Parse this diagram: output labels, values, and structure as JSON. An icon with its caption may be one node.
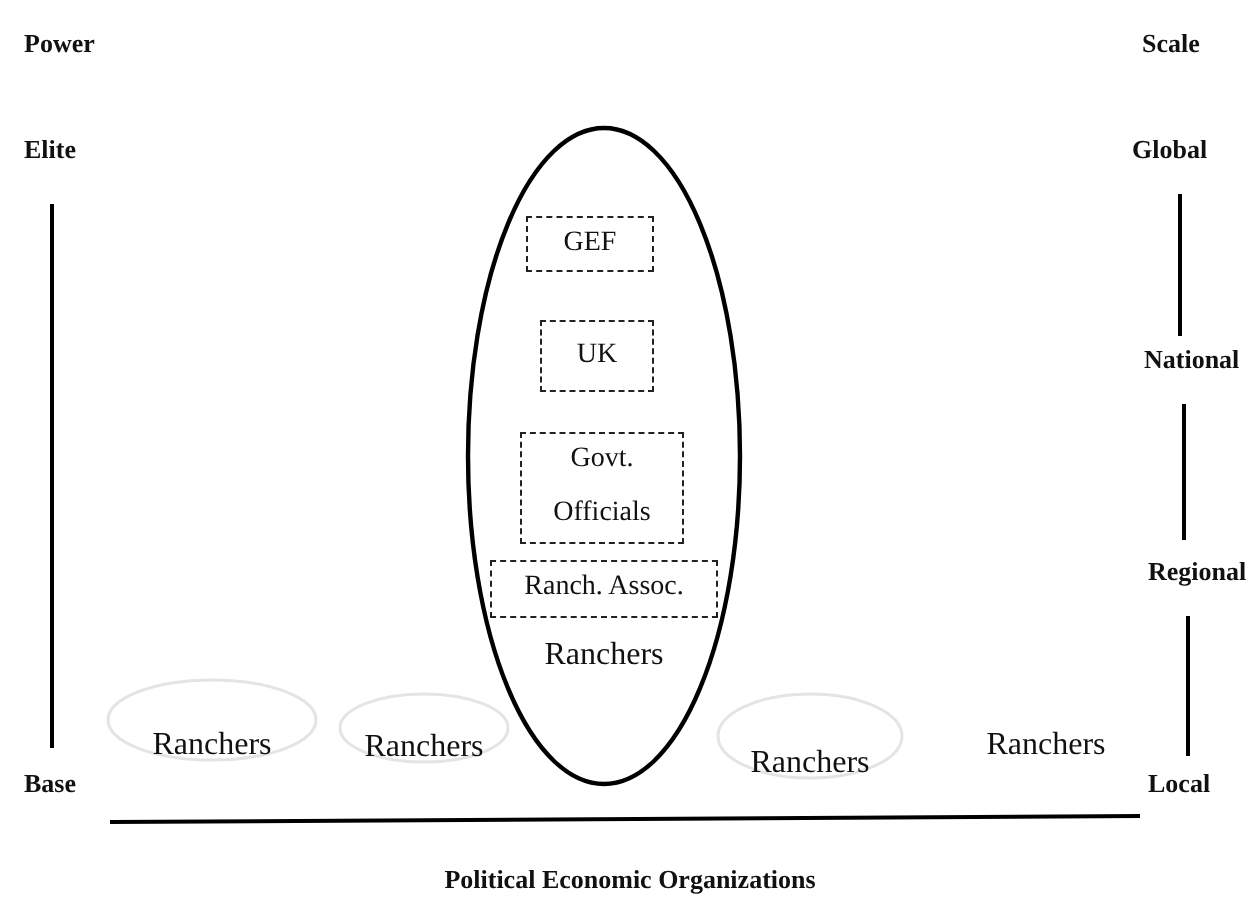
{
  "diagram": {
    "caption": "Political Economic Organizations",
    "nodes": [
      {
        "text": [],
        "shape": "ellipse"
      },
      {
        "text": [
          "GEF"
        ],
        "in": 0
      },
      {
        "text": [
          "UK"
        ],
        "in": 0
      },
      {
        "text": [
          "Govt. Officials"
        ],
        "in": 0
      },
      {
        "text": [
          "Ranch. Assoc."
        ],
        "in": 0
      },
      {
        "text": [
          "Ranchers"
        ],
        "in": 0
      },
      {
        "text": [
          "Ranchers"
        ]
      },
      {
        "text": [
          "Ranchers"
        ]
      },
      {
        "text": [
          "Ranchers"
        ]
      },
      {
        "text": [
          "Ranchers"
        ]
      }
    ],
    "edges": [],
    "labels": [
      "Power",
      "Scale",
      "Elite",
      "Global",
      "National",
      "Regional",
      "Base",
      "Local"
    ]
  }
}
